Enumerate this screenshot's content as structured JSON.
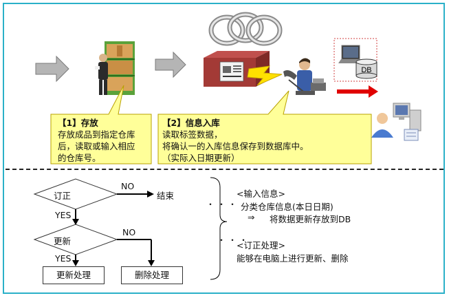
{
  "step1": {
    "title": "【1】存放",
    "lines": [
      "存放成品到指定仓库",
      "后，读取或输入相应",
      "的仓库号。"
    ]
  },
  "step2": {
    "title": "【2】信息入库",
    "lines": [
      "读取标签数据，",
      "将确认一的入库信息保存到数据库中。",
      "（实际入日期更新）"
    ]
  },
  "db_label": "DB",
  "flowchart": {
    "decision1": "订正",
    "decision2": "更新",
    "no1": "NO",
    "no2": "NO",
    "yes1": "YES",
    "yes2": "YES",
    "end": "结束",
    "process_update": "更新处理",
    "process_delete": "删除处理"
  },
  "notes": {
    "input_title": "<输入信息>",
    "input_line1": "分类仓库信息(本日日期)",
    "input_arrow": "⇒",
    "input_line2": "将数据更新存放到DB",
    "correct_title": "<订正处理>",
    "correct_line1": "能够在电脑上进行更新、删除"
  },
  "colors": {
    "frame": "#2ab0c8",
    "callout_fill": "#ffff99",
    "callout_border": "#b8a000",
    "red_arrow": "#e00000",
    "lightning": "#ffe000"
  }
}
